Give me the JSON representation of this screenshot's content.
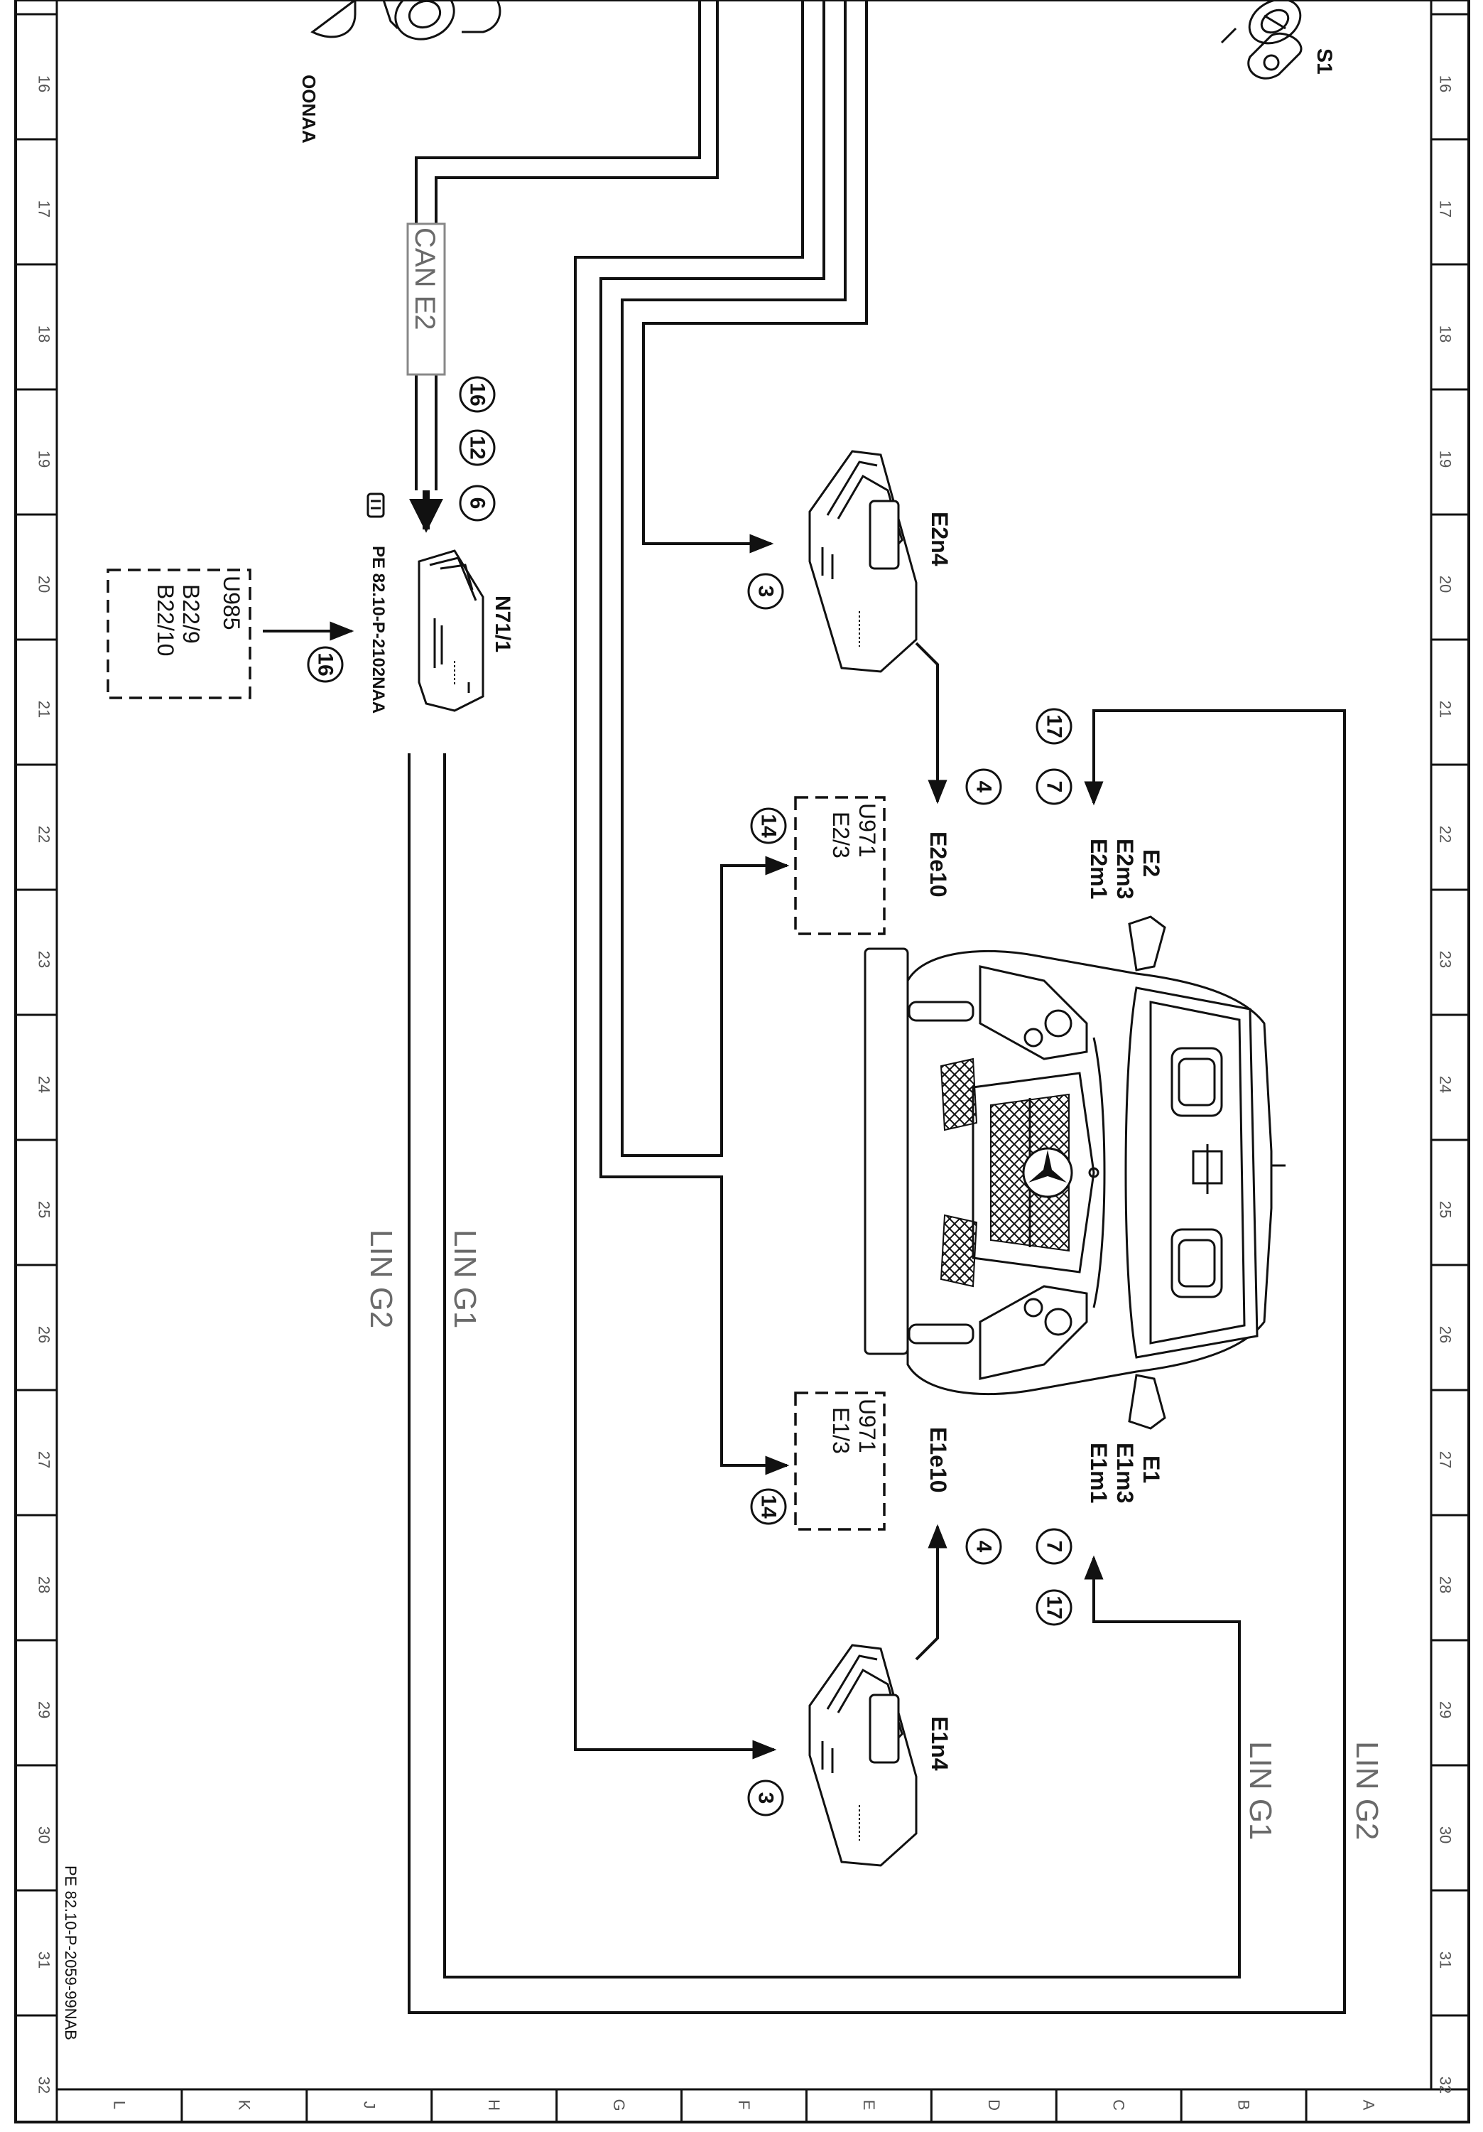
{
  "doc_ref": "PE 82.10-P-2059-99NAB",
  "ref_note": "PE 82.10-P-2102NAA",
  "partial_ref": "OONAA",
  "bus_labels": {
    "can": "CAN E2",
    "lin_g1": "LIN G1",
    "lin_g2": "LIN G2"
  },
  "components": {
    "s1": "S1",
    "n71_1": "N71/1",
    "u985": [
      "U985",
      "B22/9",
      "B22/10"
    ],
    "e2n4": "E2n4",
    "e1n4": "E1n4",
    "e2e10": "E2e10",
    "e1e10": "E1e10",
    "u971_left": [
      "U971",
      "E2/3"
    ],
    "u971_right": [
      "U971",
      "E1/3"
    ],
    "e2_group": [
      "E2",
      "E2m3",
      "E2m1"
    ],
    "e1_group": [
      "E1",
      "E1m3",
      "E1m1"
    ]
  },
  "callouts": {
    "c6": "6",
    "c12": "12",
    "c16": "16",
    "c16b": "16",
    "c3a": "3",
    "c3b": "3",
    "c4a": "4",
    "c4b": "4",
    "c7a": "7",
    "c7b": "7",
    "c17a": "17",
    "c17b": "17",
    "c14a": "14",
    "c14b": "14"
  },
  "grid": {
    "numbers": [
      "16",
      "17",
      "18",
      "19",
      "20",
      "21",
      "22",
      "23",
      "24",
      "25",
      "26",
      "27",
      "28",
      "29",
      "30",
      "31",
      "32"
    ],
    "letters": [
      "L",
      "K",
      "J",
      "H",
      "G",
      "F",
      "E",
      "D",
      "C",
      "B",
      "A"
    ]
  }
}
